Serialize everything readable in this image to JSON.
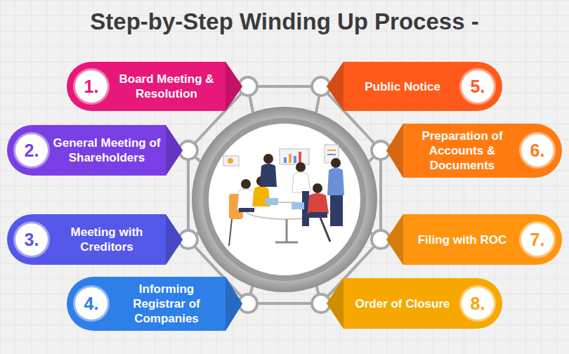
{
  "diagram": {
    "title": "Step-by-Step Winding Up Process -",
    "nodes": [
      {
        "text": [
          "1.",
          "Board Meeting & Resolution"
        ]
      },
      {
        "text": [
          "2.",
          "General Meeting of Shareholders"
        ]
      },
      {
        "text": [
          "3.",
          "Meeting with Creditors"
        ]
      },
      {
        "text": [
          "4.",
          "Informing Registrar of Companies"
        ]
      },
      {
        "text": [
          "5.",
          "Public Notice"
        ]
      },
      {
        "text": [
          "6.",
          "Preparation of Accounts & Documents"
        ]
      },
      {
        "text": [
          "7.",
          "Filing with ROC"
        ]
      },
      {
        "text": [
          "8.",
          "Order of Closure"
        ]
      }
    ]
  }
}
